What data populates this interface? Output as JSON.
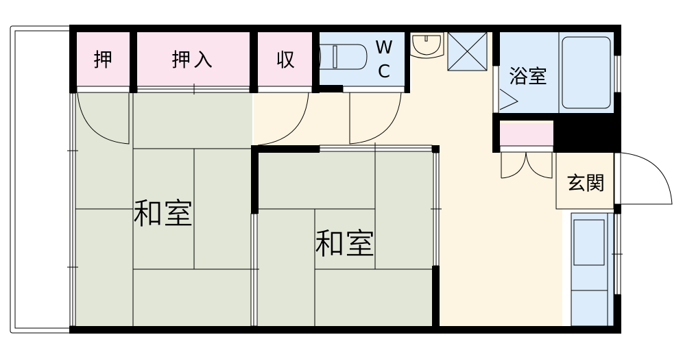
{
  "floor_plan": {
    "colors": {
      "wall": "#000000",
      "tatami": "#e1e6d6",
      "storage": "#fbe4ee",
      "wet_area": "#dcecfa",
      "floor": "#fdf5e2",
      "balcony": "#ffffff"
    },
    "rooms": {
      "oshi_small": {
        "label": "押"
      },
      "oshiire": {
        "label": "押入"
      },
      "shuno": {
        "label": "収"
      },
      "wc": {
        "label_line1": "W",
        "label_line2": "C"
      },
      "bath": {
        "label": "浴室"
      },
      "entrance": {
        "label": "玄関"
      },
      "washitsu_left": {
        "label": "和室"
      },
      "washitsu_right": {
        "label": "和室"
      }
    }
  }
}
